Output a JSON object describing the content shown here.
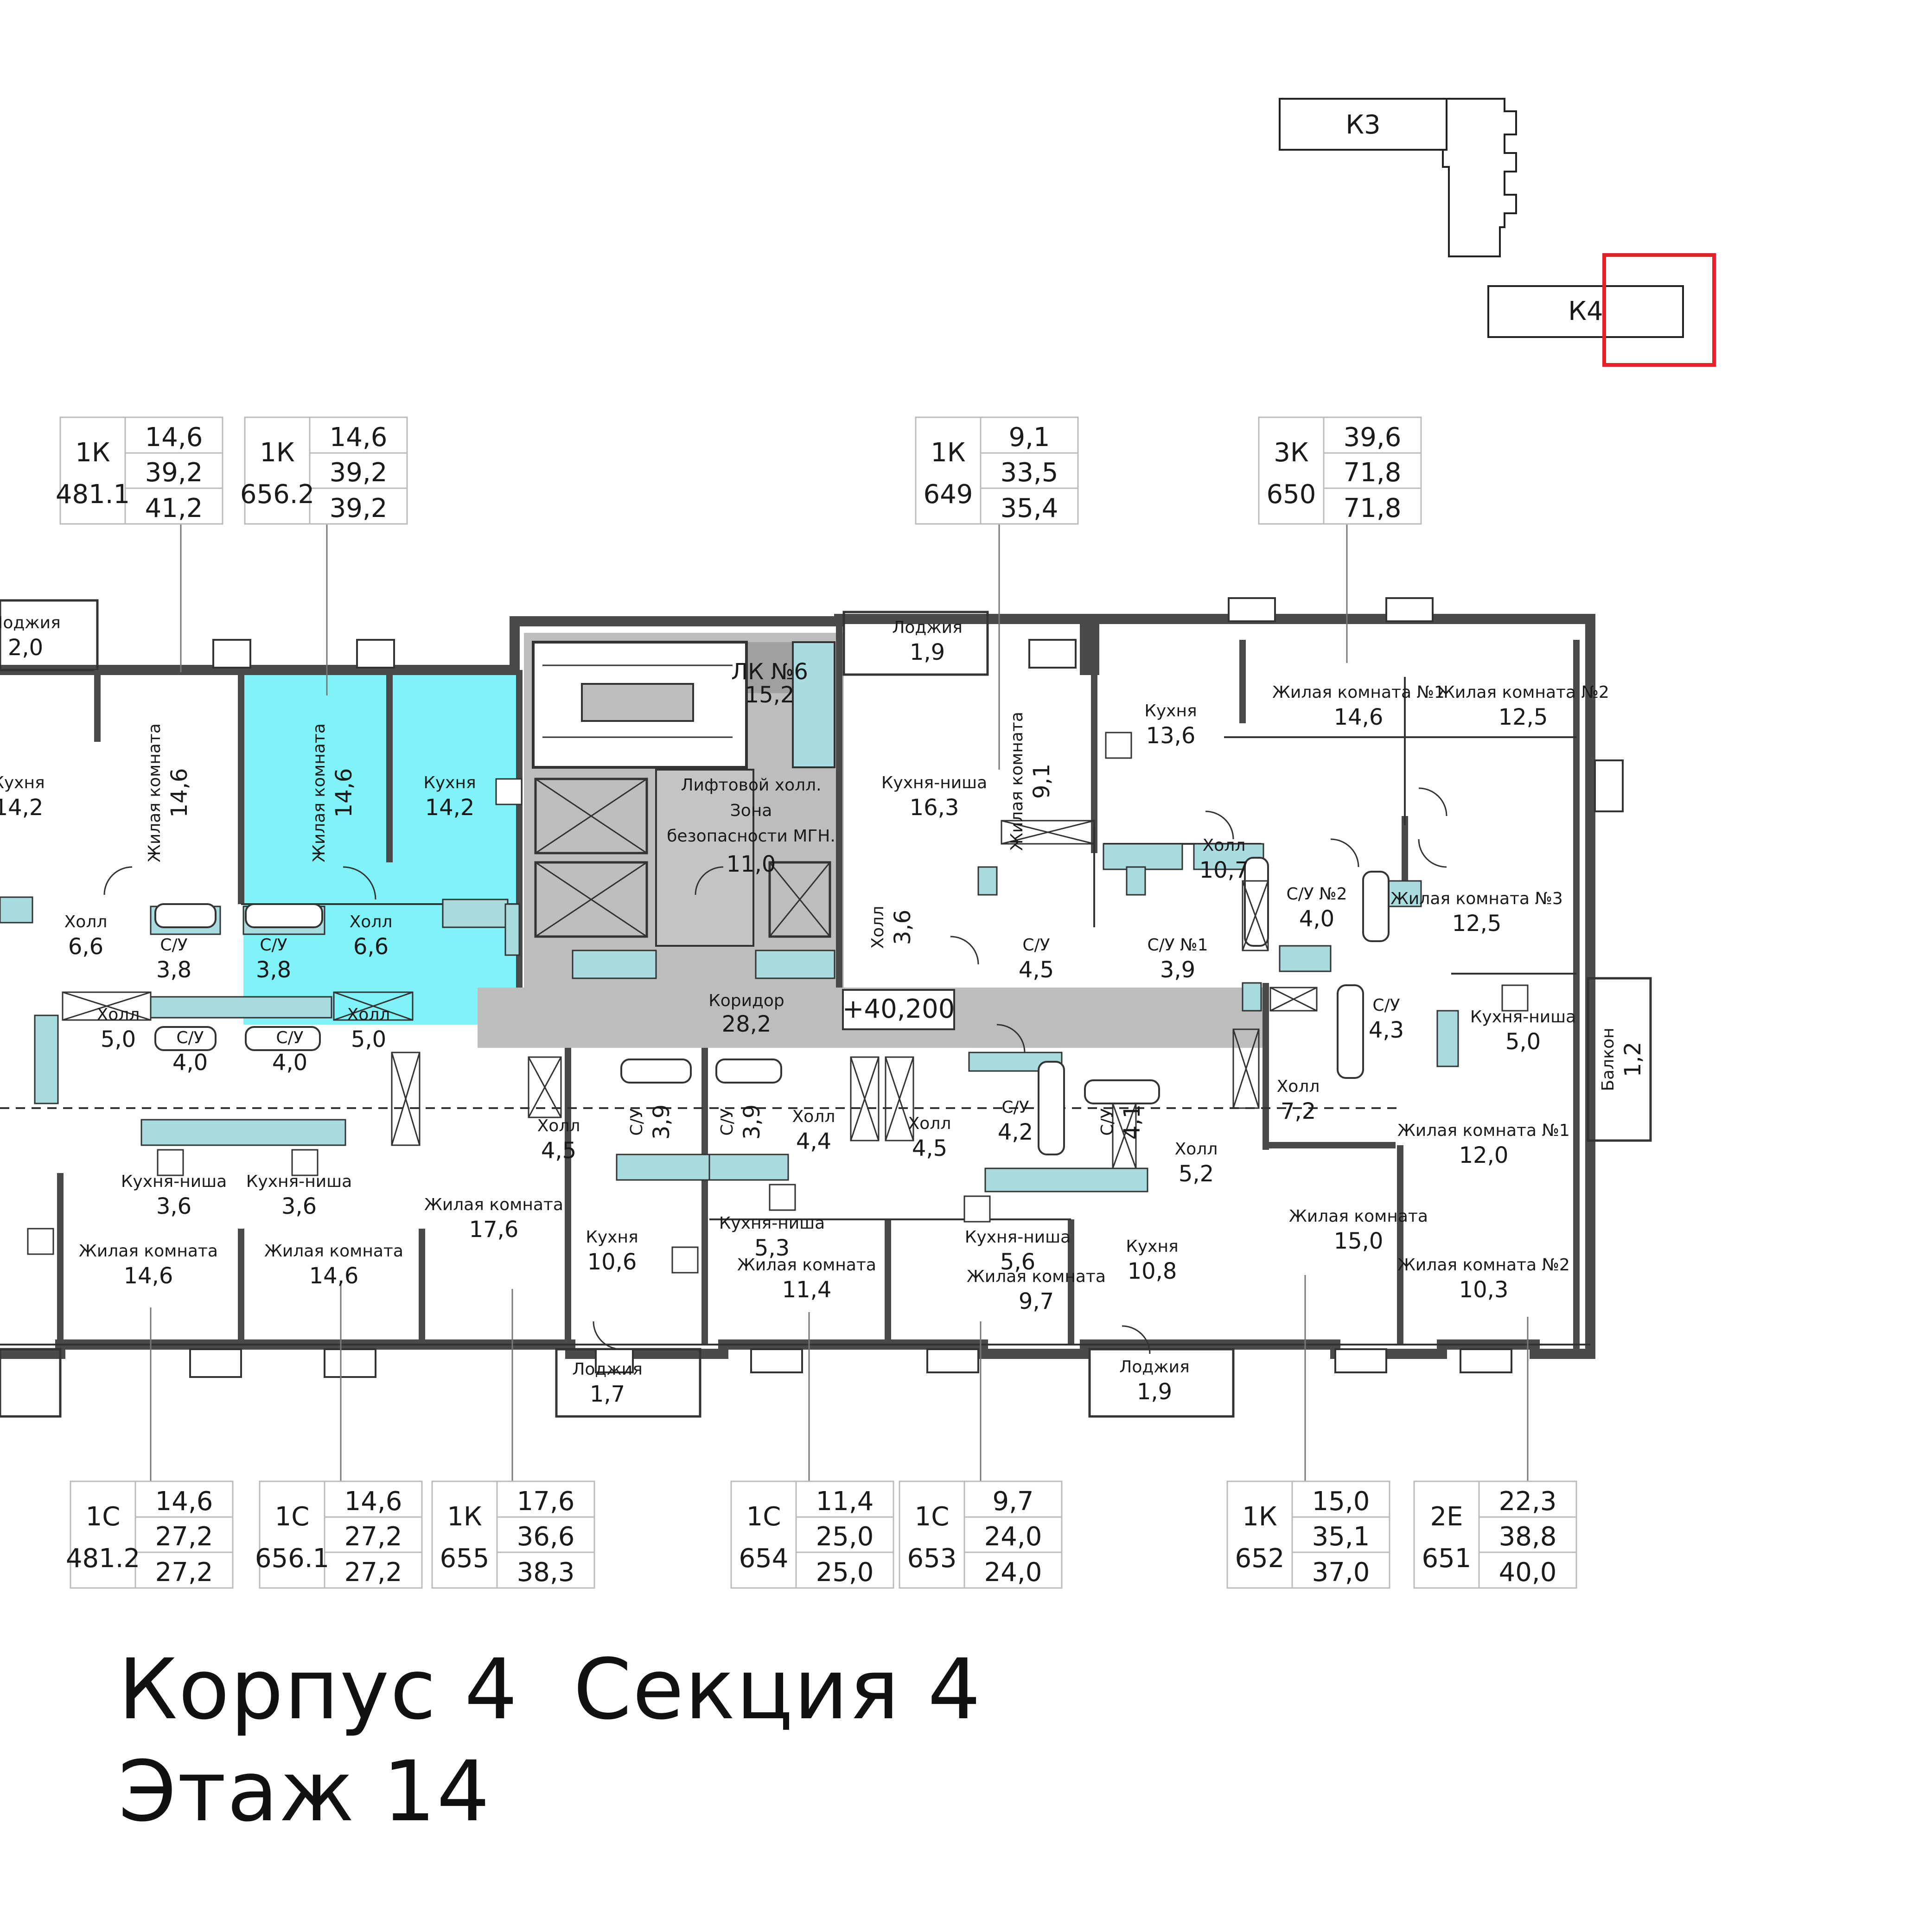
{
  "header": {
    "building": "Корпус 4",
    "section": "Секция 4",
    "floor": "Этаж 14"
  },
  "keyplan": {
    "k3": "К3",
    "k4": "К4",
    "marker_color": "#e8202a"
  },
  "colors": {
    "highlight": "#7ff3f8",
    "fixture": "#a9dcdf",
    "common": "#bdbdbd",
    "wall": "#4a4a4a"
  },
  "level": "+40,200",
  "common": {
    "stair": {
      "name": "ЛК №6",
      "area": "15,2"
    },
    "lift_hall": {
      "line1": "Лифтовой холл.",
      "line2": "Зона",
      "line3": "безопасности МГН.",
      "area": "11,0"
    },
    "corridor": {
      "name": "Коридор",
      "area": "28,2"
    }
  },
  "apartments_top": [
    {
      "type": "1К",
      "id": "481.1",
      "a1": "14,6",
      "a2": "39,2",
      "a3": "41,2"
    },
    {
      "type": "1К",
      "id": "656.2",
      "a1": "14,6",
      "a2": "39,2",
      "a3": "39,2"
    },
    {
      "type": "1К",
      "id": "649",
      "a1": "9,1",
      "a2": "33,5",
      "a3": "35,4"
    },
    {
      "type": "3К",
      "id": "650",
      "a1": "39,6",
      "a2": "71,8",
      "a3": "71,8"
    }
  ],
  "apartments_bottom": [
    {
      "type": "1С",
      "id": "481.2",
      "a1": "14,6",
      "a2": "27,2",
      "a3": "27,2"
    },
    {
      "type": "1С",
      "id": "656.1",
      "a1": "14,6",
      "a2": "27,2",
      "a3": "27,2"
    },
    {
      "type": "1К",
      "id": "655",
      "a1": "17,6",
      "a2": "36,6",
      "a3": "38,3"
    },
    {
      "type": "1С",
      "id": "654",
      "a1": "11,4",
      "a2": "25,0",
      "a3": "25,0"
    },
    {
      "type": "1С",
      "id": "653",
      "a1": "9,7",
      "a2": "24,0",
      "a3": "24,0"
    },
    {
      "type": "1К",
      "id": "652",
      "a1": "15,0",
      "a2": "35,1",
      "a3": "37,0"
    },
    {
      "type": "2Е",
      "id": "651",
      "a1": "22,3",
      "a2": "38,8",
      "a3": "40,0"
    }
  ],
  "rooms": [
    {
      "name": "Лоджия",
      "area": "2,0"
    },
    {
      "name": "Кухня",
      "area": "14,2"
    },
    {
      "name": "Жилая комната",
      "area": "14,6"
    },
    {
      "name": "Жилая комната",
      "area": "14,6"
    },
    {
      "name": "Кухня",
      "area": "14,2"
    },
    {
      "name": "Холл",
      "area": "6,6"
    },
    {
      "name": "С/У",
      "area": "3,8"
    },
    {
      "name": "С/У",
      "area": "3,8"
    },
    {
      "name": "Холл",
      "area": "6,6"
    },
    {
      "name": "Холл",
      "area": "5,0"
    },
    {
      "name": "Холл",
      "area": "5,0"
    },
    {
      "name": "С/У",
      "area": "4,0"
    },
    {
      "name": "С/У",
      "area": "4,0"
    },
    {
      "name": "Кухня-ниша",
      "area": "3,6"
    },
    {
      "name": "Кухня-ниша",
      "area": "3,6"
    },
    {
      "name": "Жилая комната",
      "area": "14,6"
    },
    {
      "name": "Жилая комната",
      "area": "14,6"
    },
    {
      "name": "Жилая комната",
      "area": "17,6"
    },
    {
      "name": "Холл",
      "area": "4,5"
    },
    {
      "name": "С/У",
      "area": "3,9"
    },
    {
      "name": "С/У",
      "area": "3,9"
    },
    {
      "name": "Холл",
      "area": "4,4"
    },
    {
      "name": "Кухня",
      "area": "10,6"
    },
    {
      "name": "Кухня-ниша",
      "area": "5,3"
    },
    {
      "name": "Жилая комната",
      "area": "11,4"
    },
    {
      "name": "Лоджия",
      "area": "1,7"
    },
    {
      "name": "Холл",
      "area": "4,5"
    },
    {
      "name": "С/У",
      "area": "4,2"
    },
    {
      "name": "С/У",
      "area": "4,1"
    },
    {
      "name": "Кухня-ниша",
      "area": "5,6"
    },
    {
      "name": "Жилая комната",
      "area": "9,7"
    },
    {
      "name": "Холл",
      "area": "5,2"
    },
    {
      "name": "Кухня",
      "area": "10,8"
    },
    {
      "name": "Лоджия",
      "area": "1,9"
    },
    {
      "name": "Лоджия",
      "area": "1,9"
    },
    {
      "name": "Кухня-ниша",
      "area": "16,3"
    },
    {
      "name": "Жилая комната",
      "area": "9,1"
    },
    {
      "name": "Холл",
      "area": "3,6"
    },
    {
      "name": "С/У",
      "area": "4,5"
    },
    {
      "name": "С/У №1",
      "area": "3,9"
    },
    {
      "name": "Кухня",
      "area": "13,6"
    },
    {
      "name": "Холл",
      "area": "10,7"
    },
    {
      "name": "Жилая комната №1",
      "area": "14,6"
    },
    {
      "name": "Жилая комната №2",
      "area": "12,5"
    },
    {
      "name": "С/У №2",
      "area": "4,0"
    },
    {
      "name": "Жилая комната №3",
      "area": "12,5"
    },
    {
      "name": "С/У",
      "area": "4,3"
    },
    {
      "name": "Кухня-ниша",
      "area": "5,0"
    },
    {
      "name": "Балкон",
      "area": "1,2"
    },
    {
      "name": "Холл",
      "area": "7,2"
    },
    {
      "name": "Жилая комната №1",
      "area": "12,0"
    },
    {
      "name": "Жилая комната",
      "area": "15,0"
    },
    {
      "name": "Жилая комната №2",
      "area": "10,3"
    }
  ]
}
